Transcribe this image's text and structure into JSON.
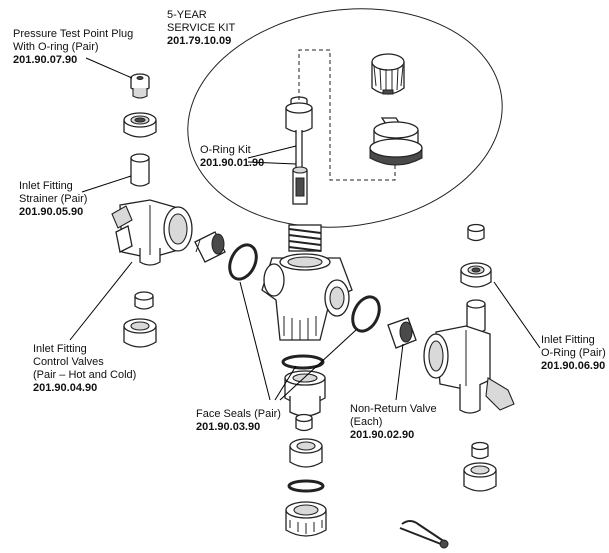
{
  "labels": {
    "service_kit": {
      "line1": "5-YEAR",
      "line2": "SERVICE KIT",
      "code": "201.79.10.09"
    },
    "test_plug": {
      "line1": "Pressure Test Point Plug",
      "line2": "With O-ring (Pair)",
      "code": "201.90.07.90"
    },
    "strainer": {
      "line1": "Inlet Fitting",
      "line2": "Strainer (Pair)",
      "code": "201.90.05.90"
    },
    "oring_kit": {
      "line1": "O-Ring Kit",
      "code": "201.90.01.90"
    },
    "control_valves": {
      "line1": "Inlet Fitting",
      "line2": "Control Valves",
      "line3": "(Pair – Hot and Cold)",
      "code": "201.90.04.90"
    },
    "face_seals": {
      "line1": "Face Seals (Pair)",
      "code": "201.90.03.90"
    },
    "non_return": {
      "line1": "Non-Return Valve",
      "line2": "(Each)",
      "code": "201.90.02.90"
    },
    "inlet_oring": {
      "line1": "Inlet Fitting",
      "line2": "O-Ring (Pair)",
      "code": "201.90.06.90"
    }
  }
}
